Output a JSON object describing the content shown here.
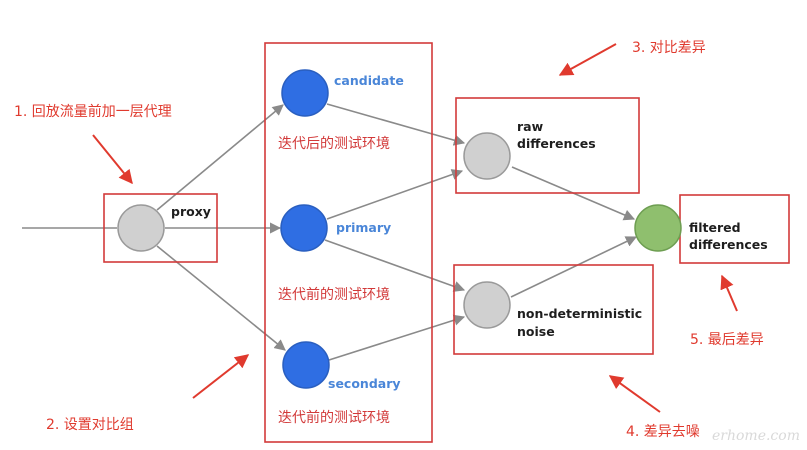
{
  "nodes": {
    "proxy": {
      "label": "proxy"
    },
    "candidate": {
      "label": "candidate"
    },
    "primary": {
      "label": "primary"
    },
    "secondary": {
      "label": "secondary"
    },
    "raw": {
      "label_line1": "raw",
      "label_line2": "differences"
    },
    "noise": {
      "label_line1": "non-deterministic",
      "label_line2": "noise"
    },
    "filtered": {
      "label_line1": "filtered",
      "label_line2": "differences"
    }
  },
  "env_labels": {
    "after_iteration": "迭代后的测试环境",
    "before_iteration_1": "迭代前的测试环境",
    "before_iteration_2": "迭代前的测试环境"
  },
  "callouts": {
    "step1": "1. 回放流量前加一层代理",
    "step2": "2. 设置对比组",
    "step3": "3. 对比差异",
    "step4": "4. 差异去噪",
    "step5": "5. 最后差异"
  },
  "watermark": "erhome.com",
  "colors": {
    "frame_red": "#d23a3a",
    "callout_red": "#e03a2e",
    "node_blue": "#2f6ee3",
    "node_gray": "#d0d0d0",
    "node_green": "#8fbf6e",
    "label_blue": "#4a86d8",
    "edge_gray": "#8a8a8a"
  }
}
